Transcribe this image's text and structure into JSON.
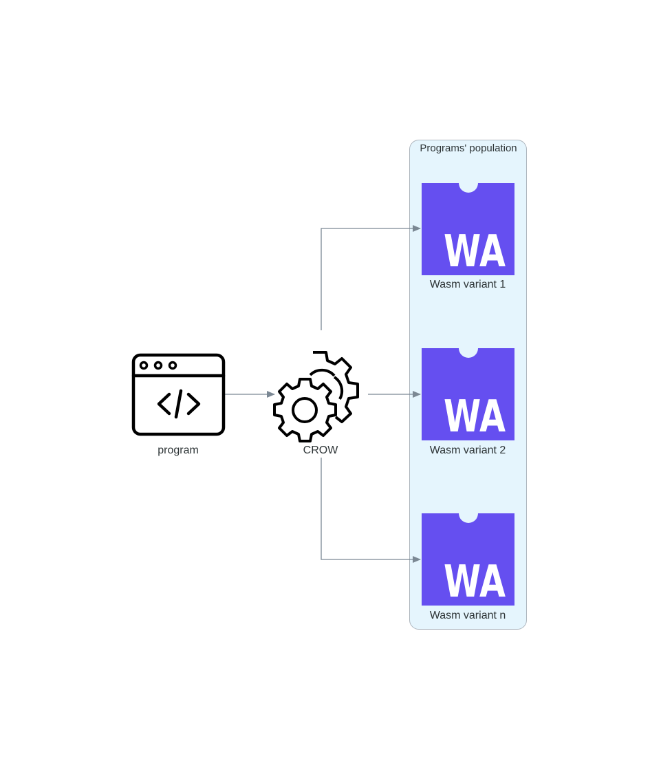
{
  "nodes": {
    "program": {
      "label": "program",
      "icon": "browser-code-icon"
    },
    "crow": {
      "label": "CROW",
      "icon": "gears-icon"
    }
  },
  "cluster": {
    "label": "Programs' population",
    "background": "#e5f5fd",
    "border": "#aeb6be"
  },
  "variants": [
    {
      "label": "Wasm variant 1",
      "icon_text": "WA"
    },
    {
      "label": "Wasm variant 2",
      "icon_text": "WA"
    },
    {
      "label": "Wasm variant n",
      "icon_text": "WA"
    }
  ],
  "colors": {
    "wasm_purple": "#654ff0",
    "edge": "#7b8894",
    "text": "#2d3436"
  }
}
